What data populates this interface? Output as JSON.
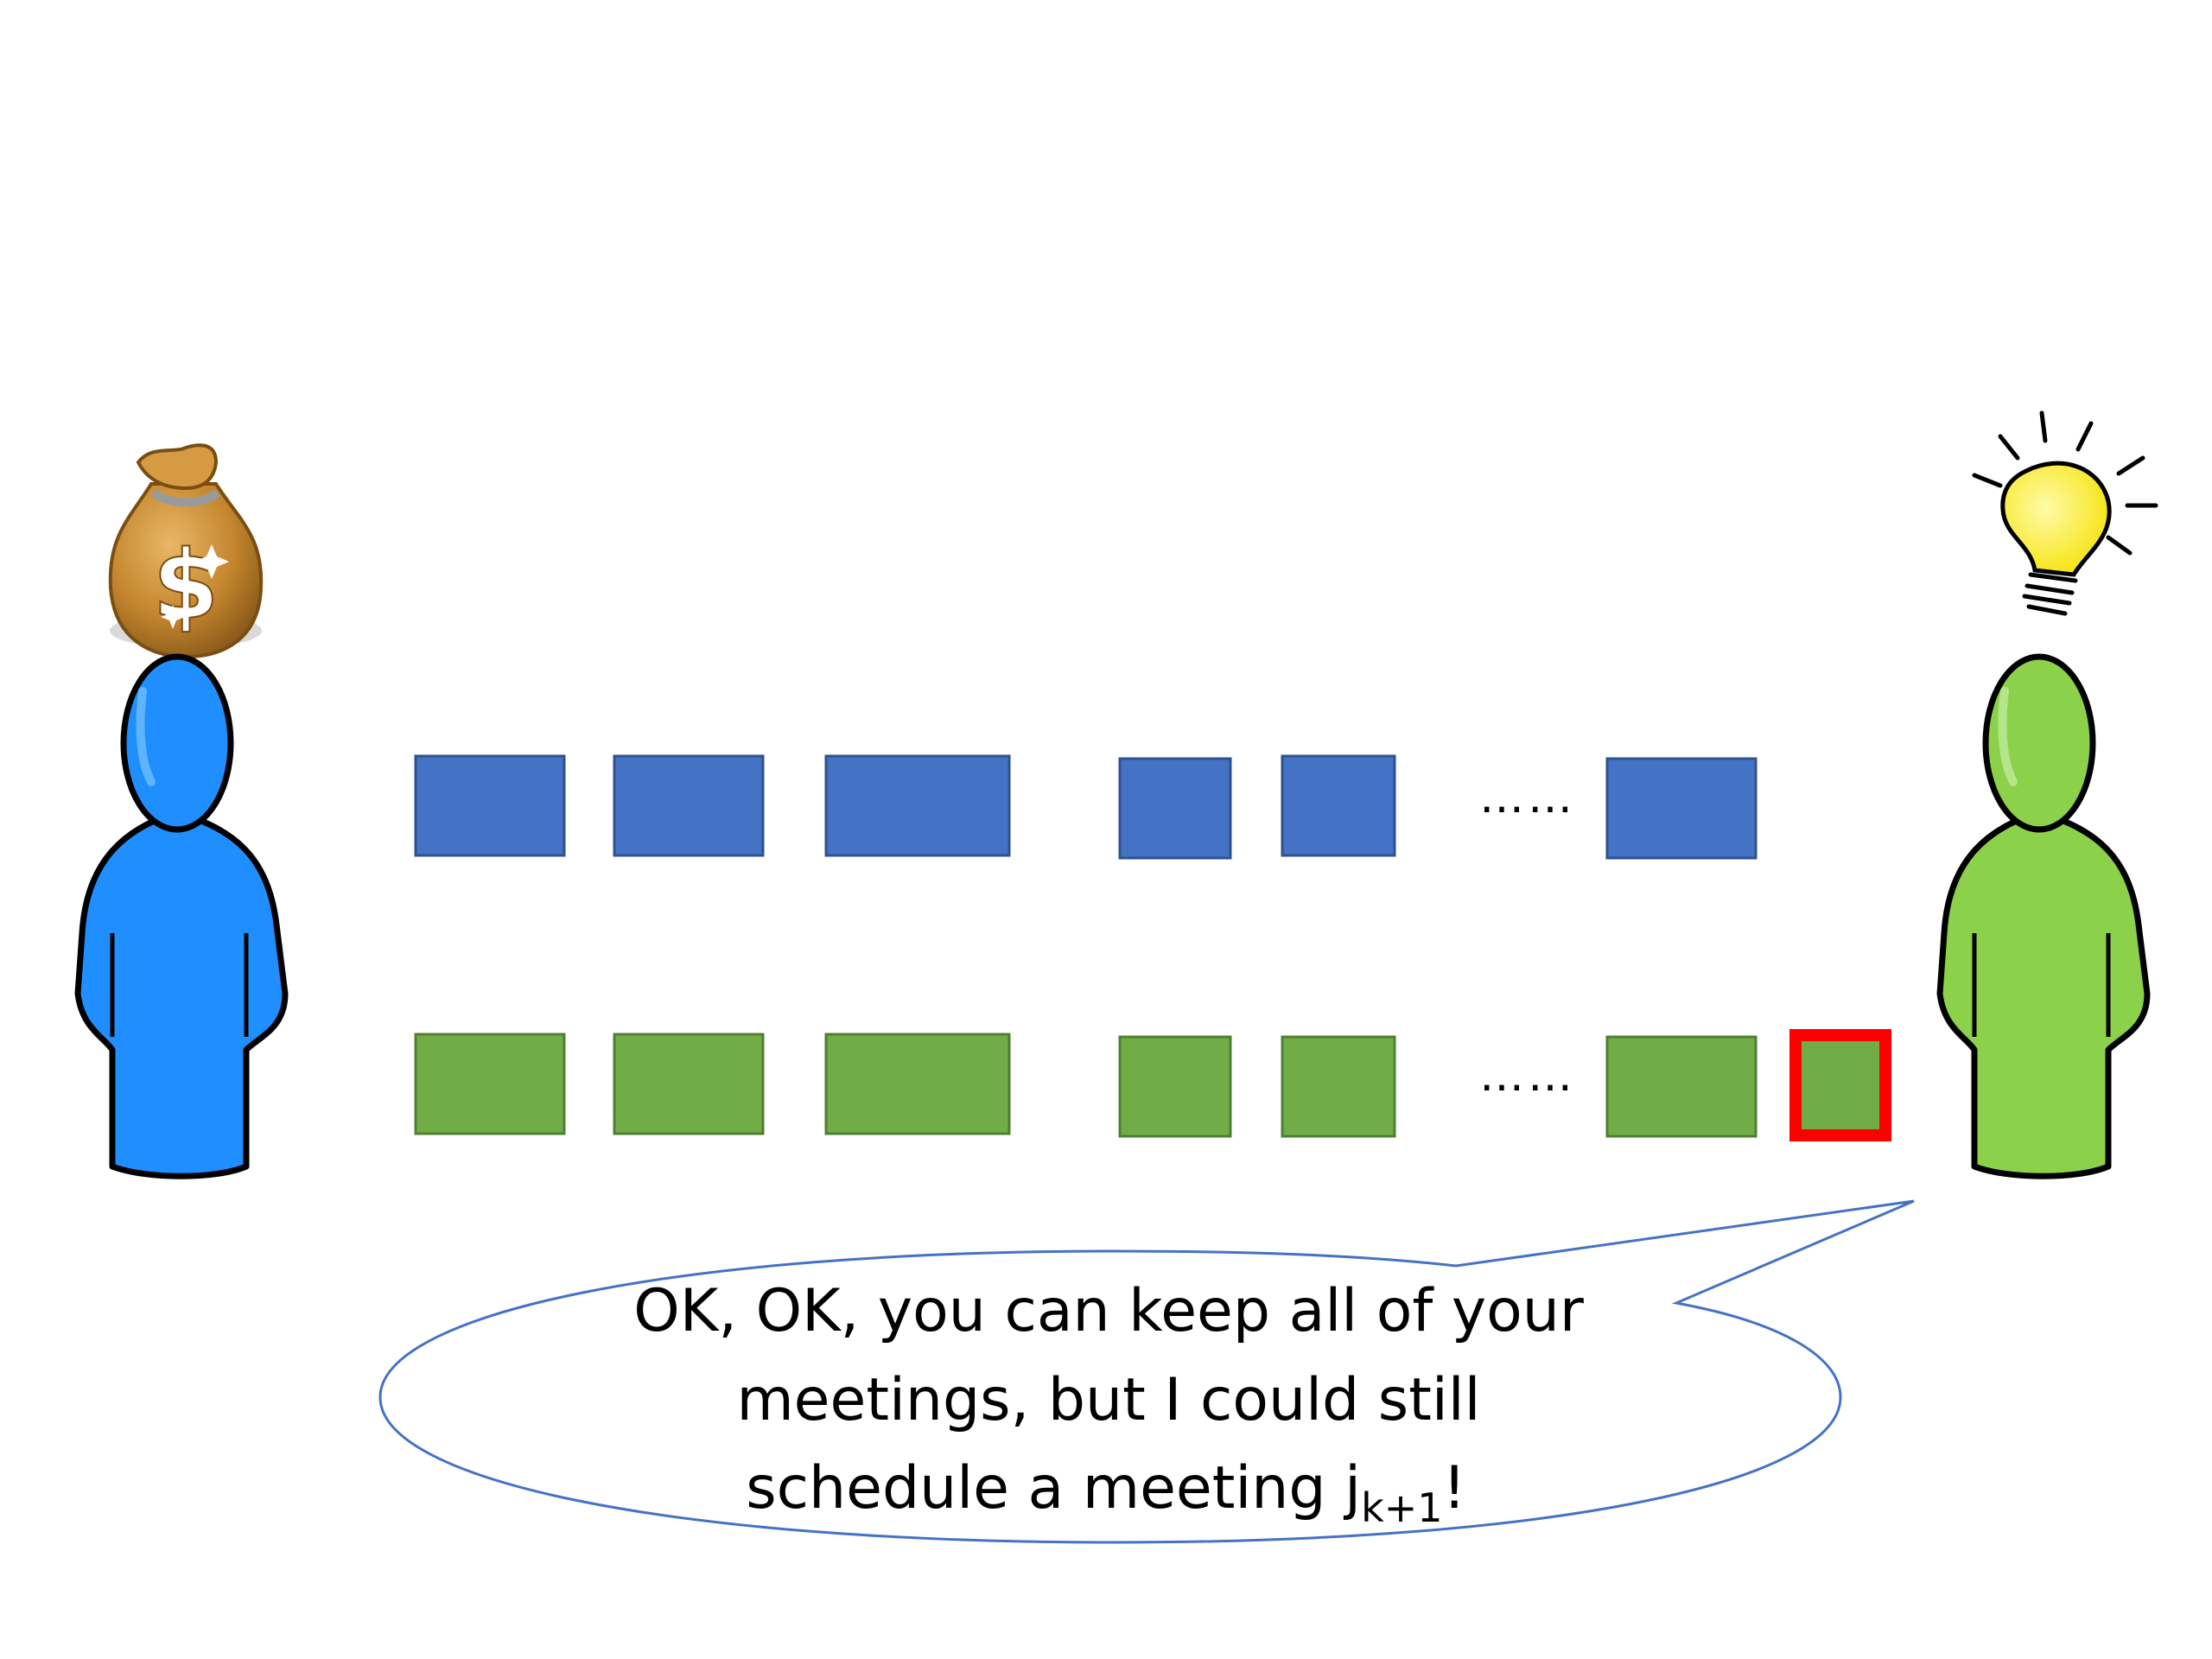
{
  "scene": {
    "speech_line1": "OK, OK, you can keep all of your",
    "speech_line2": "meetings, but I could still",
    "speech_line3_main": "schedule a meeting j",
    "speech_line3_sub": "k+1",
    "speech_line3_end": "!",
    "ellipsis_top": "……",
    "ellipsis_bottom": "……"
  },
  "icons": {
    "left_head_icon": "money-bag-icon",
    "right_head_icon": "lightbulb-icon",
    "left_person": "blue-person-icon",
    "right_person": "green-person-icon"
  },
  "colors": {
    "blue_block": "#4472C4",
    "blue_block_stroke": "#2F528F",
    "green_block": "#70AD47",
    "green_block_stroke": "#507E32",
    "highlight": "#FF0000",
    "bubble_stroke": "#4472C4",
    "blue_person": "#1F8FFF",
    "green_person": "#8CD14A"
  }
}
